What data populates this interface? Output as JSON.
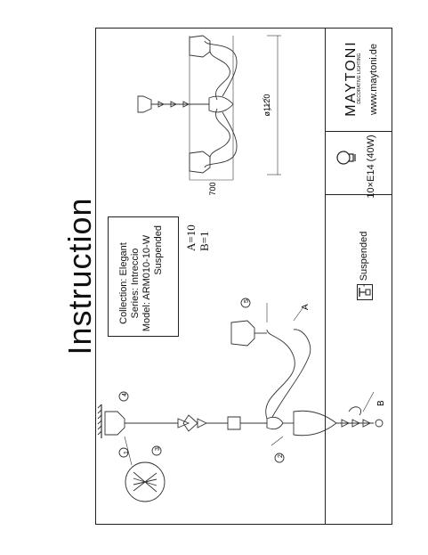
{
  "title": "Instruction",
  "collection_box": {
    "lines": [
      "Collection: Elegant",
      "Series: Intreccio",
      "Model: ARM010-10-W",
      "Suspended"
    ]
  },
  "parts": {
    "a": "A=10",
    "b": "B=1"
  },
  "mount_legend": "- Suspended",
  "labels": {
    "a": "A",
    "b": "B",
    "n1": "1",
    "n2": "2",
    "n3": "3",
    "n4": "4",
    "n5": "5"
  },
  "dims": {
    "width": "700",
    "diameter": "ø1120"
  },
  "bulb": "10×E14 (40W)",
  "brand": {
    "name": "MAYTONI",
    "tagline": "DECORATIVE LIGHTING",
    "url": "www.maytoni.de"
  }
}
